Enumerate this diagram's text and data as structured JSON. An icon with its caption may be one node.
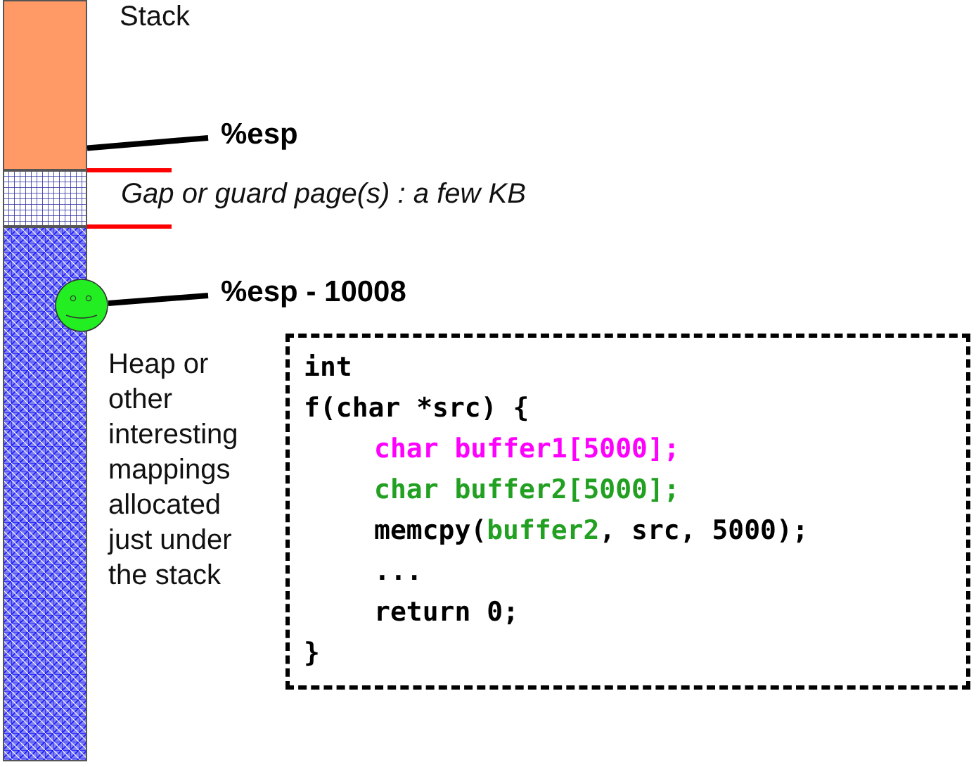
{
  "diagram": {
    "nodes": [
      {
        "text": [],
        "shape": "box",
        "beside": [
          "Stack"
        ]
      },
      {
        "text": [],
        "shape": "box",
        "beside": [
          "Gap or guard page(s) : a few KB"
        ]
      },
      {
        "text": [],
        "shape": "box",
        "beside": [
          "Heap or other interesting mappings allocated just under the stack"
        ]
      },
      {
        "text": [],
        "shape": "circle"
      },
      {
        "text": [
          "%esp"
        ]
      },
      {
        "text": [
          "%esp - 10008"
        ]
      },
      {
        "text": [
          "int",
          "f(char *src) {",
          "char buffer1[5000];",
          "char buffer2[5000];",
          "memcpy(",
          "buffer2",
          ", src, 5000);",
          "...",
          "return 0;",
          "}"
        ]
      }
    ],
    "edges": [
      {
        "from": 4,
        "to": 0,
        "arrow": "none"
      },
      {
        "from": 5,
        "to": 3,
        "arrow": "none"
      }
    ]
  }
}
